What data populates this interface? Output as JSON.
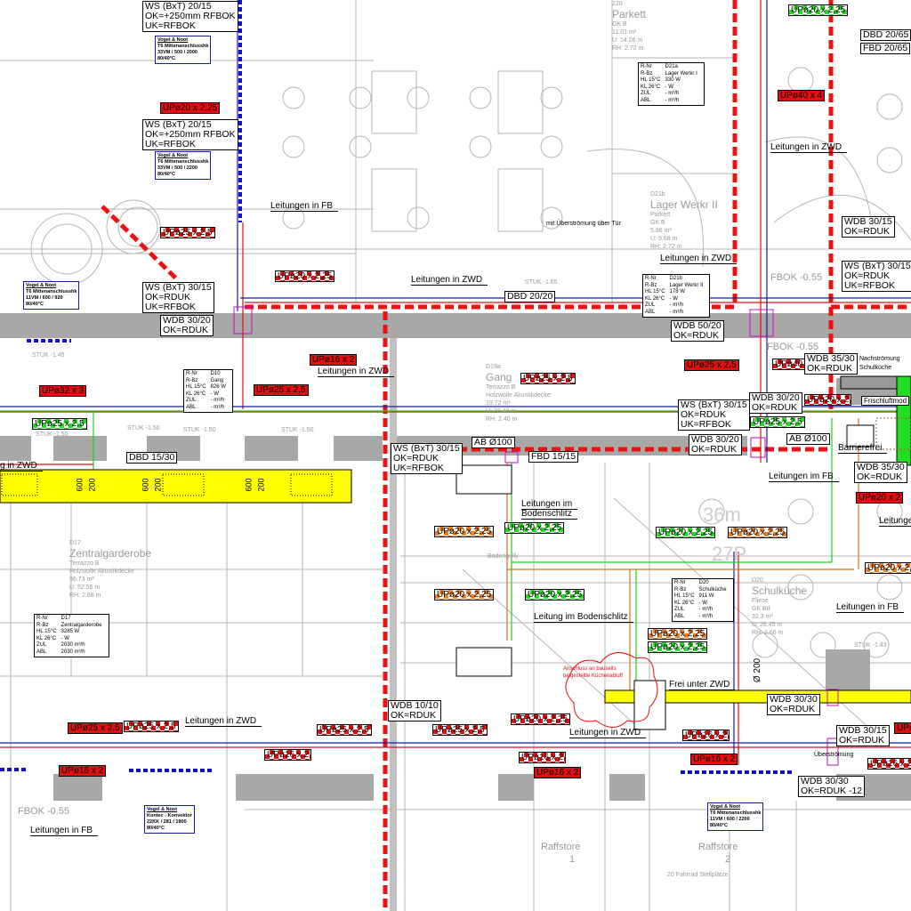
{
  "colors": {
    "supply_red": "#e01010",
    "return_blue": "#1a1aa0",
    "green_line": "#22cc22",
    "orange_line": "#e07020",
    "duct_yellow": "#ffff00",
    "wall_gray": "#a8a8a8",
    "fire_wall_red": "#ee1111"
  },
  "callouts": [
    {
      "lines": [
        "WS (BxT) 20/15",
        "OK=+250mm RFBOK",
        "UK=RFBOK"
      ]
    },
    {
      "lines": [
        "WS (BxT) 20/15",
        "OK=+250mm RFBOK",
        "UK=RFBOK"
      ]
    },
    {
      "lines": [
        "WS (BxT) 30/15",
        "OK=RDUK",
        "UK=RFBOK"
      ]
    },
    {
      "lines": [
        "WDB 30/20",
        "OK=RDUK"
      ]
    },
    {
      "lines": [
        "DBD 20/20"
      ]
    },
    {
      "lines": [
        "DBD 20/65"
      ]
    },
    {
      "lines": [
        "FBD 20/65"
      ]
    },
    {
      "lines": [
        "WDB 30/15",
        "OK=RDUK"
      ]
    },
    {
      "lines": [
        "WS (BxT) 30/15",
        "OK=RDUK",
        "UK=RFBOK"
      ]
    },
    {
      "lines": [
        "WDB 50/20",
        "OK=RDUK"
      ]
    },
    {
      "lines": [
        "WDB 35/30",
        "OK=RDUK"
      ]
    },
    {
      "lines": [
        "WDB 30/20",
        "OK=RDUK"
      ]
    },
    {
      "lines": [
        "WS (BxT) 30/15",
        "OK=RDUK",
        "UK=RFBOK"
      ]
    },
    {
      "lines": [
        "WDB 30/20",
        "OK=RDUK"
      ]
    },
    {
      "lines": [
        "AB Ø100"
      ]
    },
    {
      "lines": [
        "AB Ø100"
      ]
    },
    {
      "lines": [
        "WS (BxT) 30/15",
        "OK=RDUK",
        "UK=RFBOK"
      ]
    },
    {
      "lines": [
        "FBD 15/15"
      ]
    },
    {
      "lines": [
        "DBD 15/30"
      ]
    },
    {
      "lines": [
        "WDB 35/30",
        "OK=RDUK"
      ]
    },
    {
      "lines": [
        "WDB 10/10",
        "OK=RDUK"
      ]
    },
    {
      "lines": [
        "WDB 30/30",
        "OK=RDUK"
      ]
    },
    {
      "lines": [
        "WDB 30/15",
        "OK=RDUK"
      ]
    },
    {
      "lines": [
        "WDB 30/30",
        "OK=RDUK -12"
      ]
    },
    {
      "lines": [
        "Frischluftmod"
      ]
    }
  ],
  "pipe_tags": [
    {
      "text": "UPø20 x 2,25",
      "style": "red"
    },
    {
      "text": "UPø25 x 2,5",
      "style": "checker"
    },
    {
      "text": "UPø20 x 2,25",
      "style": "checker"
    },
    {
      "text": "UPø16 x 2",
      "style": "red"
    },
    {
      "text": "UPø32 x 3",
      "style": "red"
    },
    {
      "text": "UPø25 x 2,5",
      "style": "red"
    },
    {
      "text": "UPø25 x 2,5",
      "style": "green"
    },
    {
      "text": "UPø20 x 2,25",
      "style": "green"
    },
    {
      "text": "UPø40 x 4",
      "style": "red"
    },
    {
      "text": "UPø25 x 2,5",
      "style": "red"
    },
    {
      "text": "UPø40",
      "style": "checker"
    },
    {
      "text": "UPø25 x 2,5",
      "style": "checker"
    },
    {
      "text": "UPø25 x 2,5",
      "style": "green"
    },
    {
      "text": "UPø20 x 2",
      "style": "checker"
    },
    {
      "text": "UPø20 x 2",
      "style": "red"
    },
    {
      "text": "UPø20 x 2,25",
      "style": "orange"
    },
    {
      "text": "UPø20 x 2,25",
      "style": "green"
    },
    {
      "text": "UPø20 x 2,25",
      "style": "green"
    },
    {
      "text": "UPø20 x 2,25",
      "style": "orange"
    },
    {
      "text": "UPø20 x 2,25",
      "style": "orange"
    },
    {
      "text": "UPø20 x 2,25",
      "style": "orange"
    },
    {
      "text": "UPø20 x 2,25",
      "style": "green"
    },
    {
      "text": "UPø20 x 2,25",
      "style": "orange"
    },
    {
      "text": "UPø20 x 2,25",
      "style": "green"
    },
    {
      "text": "UPø25 x 2,5",
      "style": "red"
    },
    {
      "text": "UPø25 x 2,5",
      "style": "checker"
    },
    {
      "text": "UPø25 x 2,5",
      "style": "checker"
    },
    {
      "text": "UPø16 x 2",
      "style": "checker"
    },
    {
      "text": "UPø16 x 2",
      "style": "red"
    },
    {
      "text": "UPø25 x 2,5",
      "style": "checker"
    },
    {
      "text": "UPø20 x 2,25",
      "style": "checker"
    },
    {
      "text": "UPø16 x 2",
      "style": "checker"
    },
    {
      "text": "UPø16 x 2",
      "style": "red"
    },
    {
      "text": "UPø16 x 2",
      "style": "checker"
    },
    {
      "text": "UPø16 x 2",
      "style": "red"
    },
    {
      "text": "UPø16 x 2",
      "style": "checker"
    },
    {
      "text": "UPø",
      "style": "red"
    }
  ],
  "notes": [
    "Leitungen in FB",
    "Leitungen in ZWD",
    "Leitungen in ZWD",
    "Leitungen in ZWD",
    "Leitungen in ZWD",
    "Leitungen im FB",
    "Leitungen im",
    "Bodenschlitz",
    "Leitung im Bodenschlitz",
    "Leitungen in FB",
    "Leitungen in ZWD",
    "Leitungen in ZWD",
    "Frei unter ZWD",
    "Leitungen in FB",
    "g in ZWD",
    "Leitunge",
    "Barrierefrei"
  ],
  "rooms": [
    {
      "lines": [
        "D17",
        "Zentralgarderobe",
        "Terrazzo B",
        "Holzwolle Akustikdecke",
        "96.73 m²",
        "U: 52.56 m",
        "RH: 2.68 m"
      ]
    },
    {
      "lines": [
        "D19a",
        "Gang",
        "Terrazzo B",
        "Holzwolle Akustikdecke",
        "19.72 m²",
        "U: 23.48 m",
        "RH: 2.40 m"
      ]
    },
    {
      "lines": [
        "D21b",
        "Lager Werkr II",
        "Parkett",
        "GK B",
        "5.86 m²",
        "U: 9.68 m",
        "RH: 2.72 m"
      ]
    },
    {
      "lines": [
        "220",
        "Parkett",
        "GK B",
        "11.01 m²",
        "U: 14.26 m",
        "RH: 2.72 m"
      ]
    },
    {
      "lines": [
        "D20",
        "Schulküche",
        "Fliese",
        "GK Bd",
        "32.3 m²",
        "U: 26.45 m",
        "RH: 2.66 m"
      ]
    }
  ],
  "room_tables": [
    {
      "rows": [
        [
          "R-Nr",
          "D10"
        ],
        [
          "R-Bz",
          "Gang"
        ],
        [
          "HL 15°C",
          "826 W"
        ],
        [
          "KL 26°C",
          "- W"
        ],
        [
          "ZUL",
          "- m³/h"
        ],
        [
          "ABL",
          "- m³/h"
        ]
      ]
    },
    {
      "rows": [
        [
          "R-Nr",
          "D17"
        ],
        [
          "R-Bz",
          "Zentralgarderobe"
        ],
        [
          "HL 15°C",
          "3285 W"
        ],
        [
          "KL 26°C",
          "- W"
        ],
        [
          "ZUL",
          "2030 m³/h"
        ],
        [
          "ABL",
          "2030 m³/h"
        ]
      ]
    },
    {
      "rows": [
        [
          "R-Nr",
          "D21a"
        ],
        [
          "R-Bz",
          "Lager Werkr I"
        ],
        [
          "HL 15°C",
          "330 W"
        ],
        [
          "KL 26°C",
          "- W"
        ],
        [
          "ZUL",
          "- m³/h"
        ],
        [
          "ABL",
          "- m³/h"
        ]
      ]
    },
    {
      "rows": [
        [
          "R-Nr",
          "D21b"
        ],
        [
          "R-Bz",
          "Lager Werkr II"
        ],
        [
          "HL 15°C",
          "178 W"
        ],
        [
          "KL 26°C",
          "- W"
        ],
        [
          "ZUL",
          "- m³/h"
        ],
        [
          "ABL",
          "- m³/h"
        ]
      ]
    },
    {
      "rows": [
        [
          "R-Nr",
          "D20"
        ],
        [
          "R-Bz",
          "Schulküche"
        ],
        [
          "HL 15°C",
          "911 W"
        ],
        [
          "KL 26°C",
          "- W"
        ],
        [
          "ZUL",
          "- m³/h"
        ],
        [
          "ABL",
          "- m³/h"
        ]
      ]
    }
  ],
  "radiator_tags": [
    {
      "lines": [
        "Vogel & Noot",
        "T6 Mittenanschlusshk",
        "33VM / 500 / 2000",
        "80/40°C"
      ]
    },
    {
      "lines": [
        "Vogel & Noot",
        "T6 Mittenanschlusshk",
        "33VM / 500 / 2200",
        "80/40°C"
      ]
    },
    {
      "lines": [
        "Vogel & Noot",
        "T6 Mittenanschlusshk",
        "11VM / 600 / 920",
        "80/40°C"
      ]
    },
    {
      "lines": [
        "Vogel & Noot",
        "Kontec - Konvektor",
        "22KK / 281 / 1800",
        "80/40°C"
      ]
    },
    {
      "lines": [
        "Vogel & Noot",
        "T6 Mittenanschlusshk",
        "11VM / 600 / 2200",
        "80/40°C"
      ]
    }
  ],
  "annotations": [
    {
      "text": "STUK -1.45",
      "kind": "gray"
    },
    {
      "text": "STUK -1.50",
      "kind": "gray"
    },
    {
      "text": "STUK -1.50",
      "kind": "gray"
    },
    {
      "text": "STUK -1.50",
      "kind": "gray"
    },
    {
      "text": "STUK -1.50",
      "kind": "gray"
    },
    {
      "text": "STUK -1.65",
      "kind": "gray"
    },
    {
      "text": "STUK -1.43",
      "kind": "gray"
    },
    {
      "text": "FBOK -0.55",
      "kind": "gray-big"
    },
    {
      "text": "FBOK -0.55",
      "kind": "gray-big"
    },
    {
      "text": "FBOK -0.55",
      "kind": "gray-big"
    },
    {
      "text": "Raffstore",
      "kind": "gray-big"
    },
    {
      "text": "1",
      "kind": "gray-big"
    },
    {
      "text": "Raffstore",
      "kind": "gray-big"
    },
    {
      "text": "2",
      "kind": "gray-big"
    },
    {
      "text": "20 Fahrrad Stellplätze",
      "kind": "gray"
    },
    {
      "text": "Nachströmung",
      "kind": "black"
    },
    {
      "text": "Schulküche",
      "kind": "black"
    },
    {
      "text": "Überströmung",
      "kind": "black"
    },
    {
      "text": "Anschluss an bauseits beigestellte Küchenabluft",
      "kind": "red"
    },
    {
      "text": "Ø 200",
      "kind": "black"
    },
    {
      "text": "600",
      "kind": "black"
    },
    {
      "text": "200",
      "kind": "black"
    },
    {
      "text": "600",
      "kind": "black"
    },
    {
      "text": "200",
      "kind": "black"
    },
    {
      "text": "600",
      "kind": "black"
    },
    {
      "text": "200",
      "kind": "black"
    },
    {
      "text": "mit Überströmung über Tür",
      "kind": "black"
    },
    {
      "text": "Bodengully",
      "kind": "gray"
    },
    {
      "text": "36m",
      "kind": "gray-big"
    },
    {
      "text": "27P",
      "kind": "gray-big"
    }
  ]
}
